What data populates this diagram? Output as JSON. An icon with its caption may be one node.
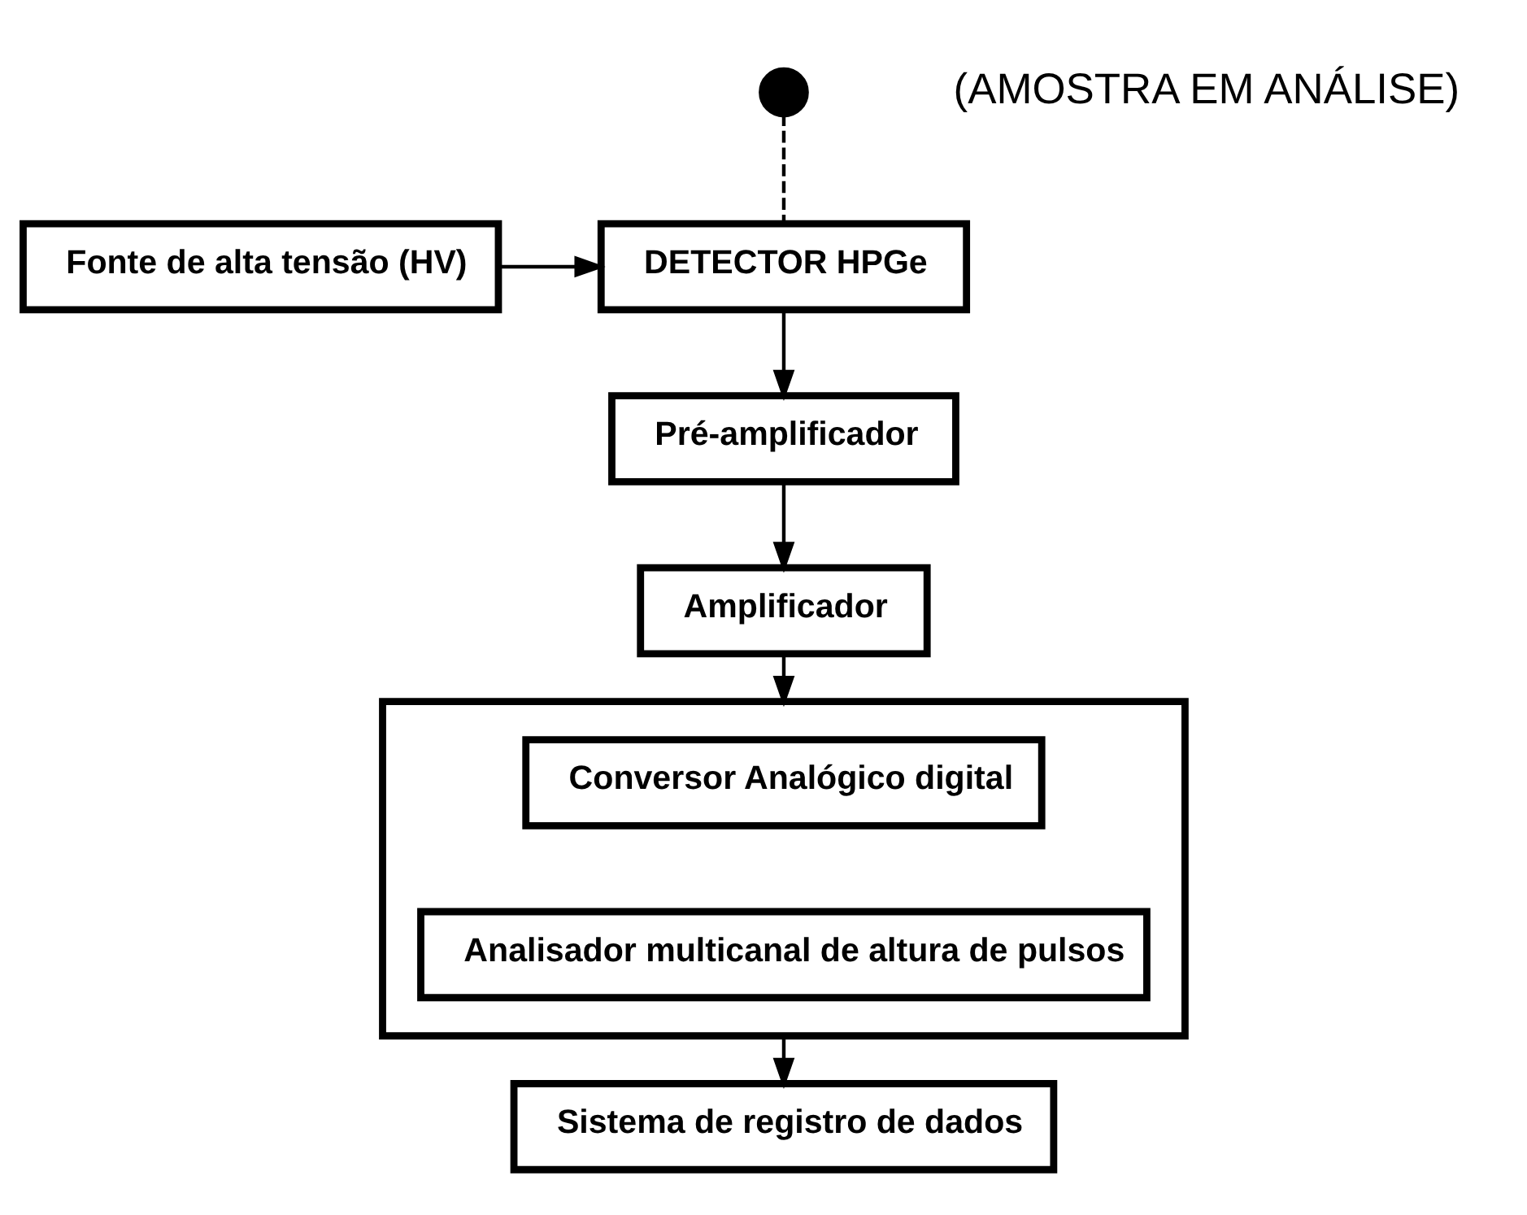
{
  "diagram": {
    "nodes": [
      {
        "text": [],
        "shape": "circle",
        "beside": [
          "(AMOSTRA EM ANÁLISE)"
        ]
      },
      {
        "text": [
          "Fonte de alta tensão (HV)"
        ]
      },
      {
        "text": [
          "DETECTOR HPGe"
        ]
      },
      {
        "text": [
          "Pré-amplificador"
        ]
      },
      {
        "text": [
          "Amplificador"
        ]
      },
      {
        "text": [],
        "shape": "box"
      },
      {
        "text": [
          "Conversor Analógico digital"
        ],
        "in": 5
      },
      {
        "text": [
          "Analisador multicanal de altura de pulsos"
        ],
        "in": 5
      },
      {
        "text": [
          "Sistema de registro de dados"
        ]
      }
    ],
    "edges": [
      {
        "from": 0,
        "to": 2,
        "arrow": "none",
        "style": "dashed"
      },
      {
        "from": 1,
        "to": 2,
        "arrow": "to"
      },
      {
        "from": 2,
        "to": 3,
        "arrow": "to"
      },
      {
        "from": 3,
        "to": 4,
        "arrow": "to"
      },
      {
        "from": 4,
        "to": 5,
        "arrow": "to"
      },
      {
        "from": 5,
        "to": 8,
        "arrow": "to"
      }
    ]
  }
}
